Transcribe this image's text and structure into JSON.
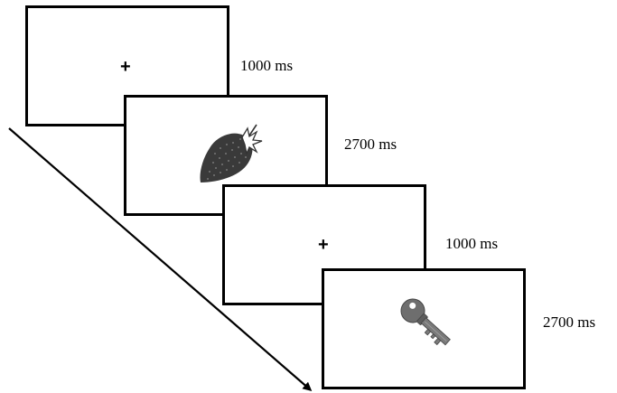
{
  "trial_sequence": {
    "screens": [
      {
        "stimulus": "fixation-cross",
        "symbol": "+",
        "duration": "1000 ms"
      },
      {
        "stimulus": "strawberry-image",
        "duration": "2700 ms"
      },
      {
        "stimulus": "fixation-cross",
        "symbol": "+",
        "duration": "1000 ms"
      },
      {
        "stimulus": "key-image",
        "duration": "2700 ms"
      }
    ]
  },
  "colors": {
    "frame_border": "#000000",
    "arrow": "#000000",
    "strawberry": "#3a3a3a",
    "key": "#6e6e6e"
  },
  "icons": {
    "arrow": "timeline-arrow-icon",
    "strawberry": "strawberry-icon",
    "key": "key-icon"
  }
}
